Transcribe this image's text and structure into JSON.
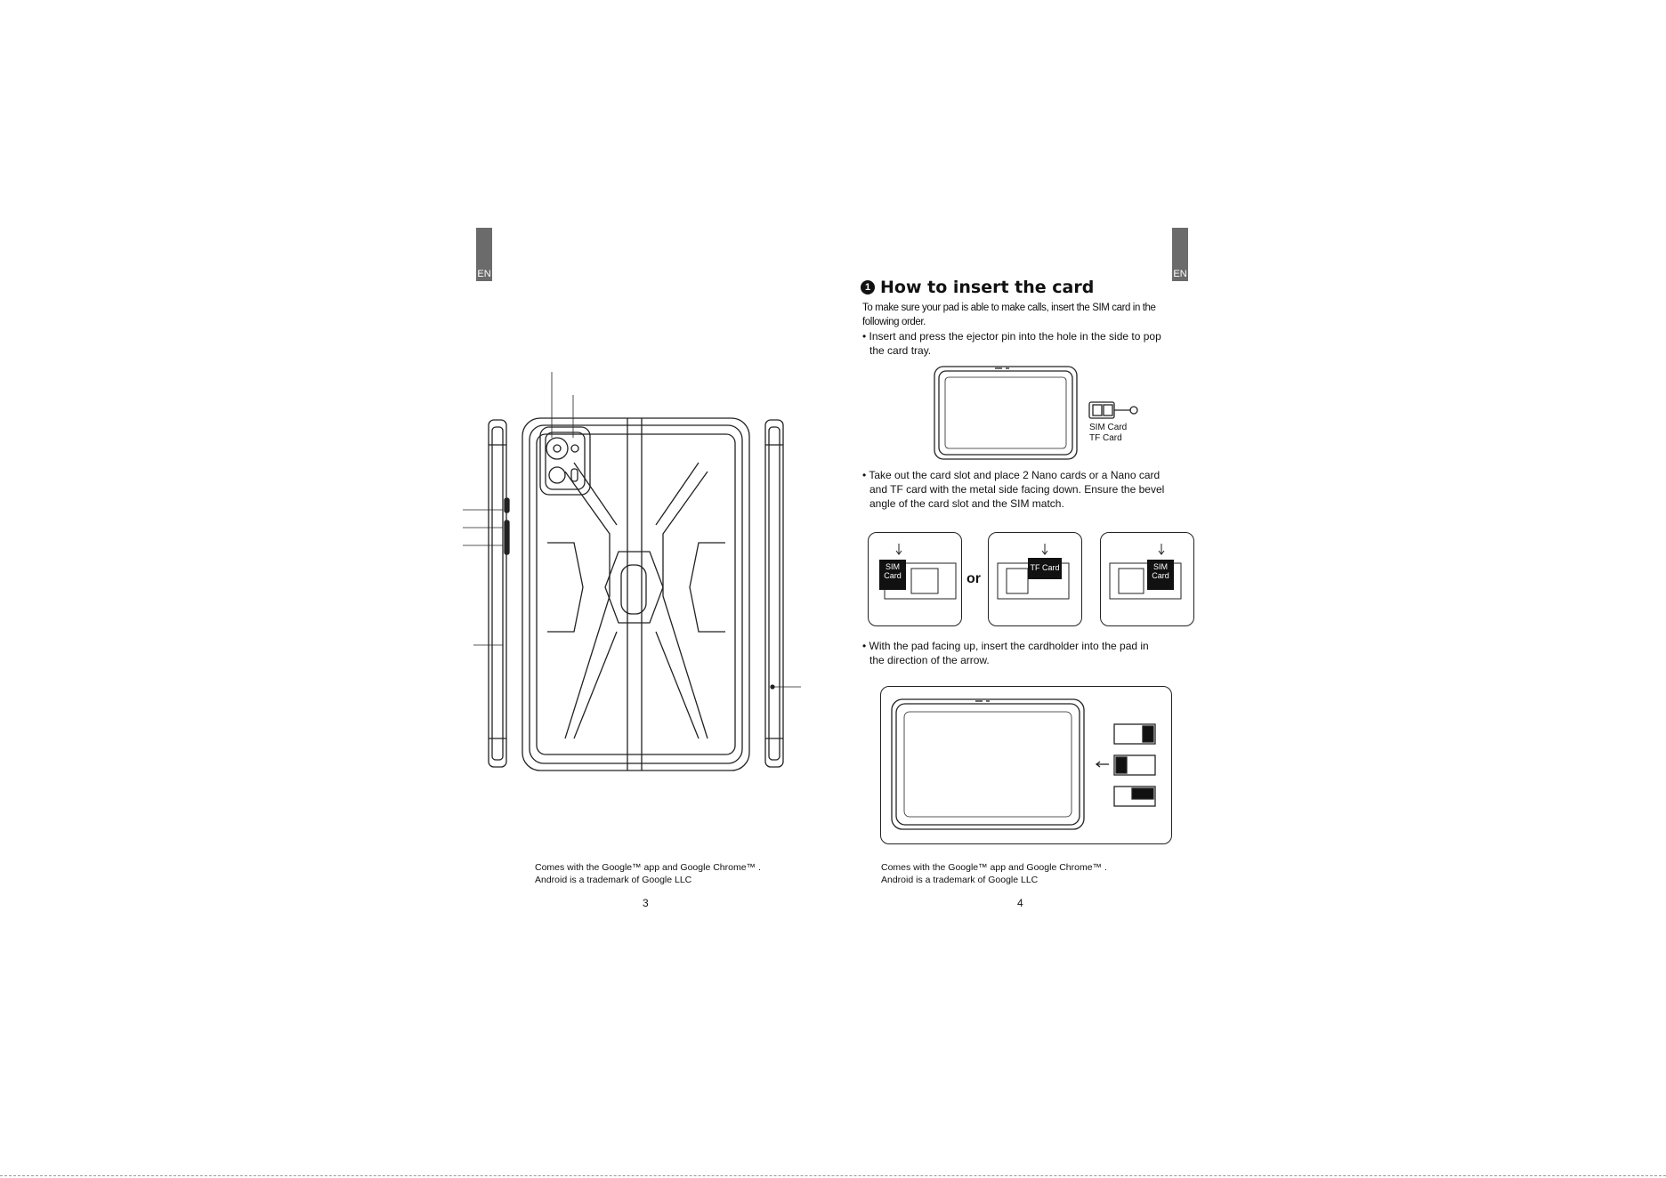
{
  "left_page": {
    "lang_tab": "EN",
    "footer_line1": "Comes with the Google™ app and Google Chrome™ .",
    "footer_line2": "Android is a trademark of Google LLC",
    "page_number": "3"
  },
  "right_page": {
    "lang_tab": "EN",
    "section_number": "1",
    "section_title": "How to insert the card",
    "intro_line1": "To make sure your pad is able to make calls, insert the SIM card in the",
    "intro_line2": "following order.",
    "step1_line1": "• Insert and press the ejector pin into the hole in the side to pop",
    "step1_line2": "the card tray.",
    "figure1_label_sim": "SIM Card",
    "figure1_label_tf": "TF Card",
    "step2_line1": "• Take out the card slot and place 2 Nano cards or a Nano card",
    "step2_line2": "and TF card with the metal side facing down. Ensure the bevel",
    "step2_line3": "angle of the card slot and the SIM match.",
    "tray1_card_label": "SIM Card",
    "tray2_card_label": "TF Card",
    "tray3_card_label": "SIM Card",
    "or_label": "or",
    "step3_line1": "• With the pad facing up, insert the cardholder into the pad in",
    "step3_line2": "the direction of the arrow.",
    "footer_line1": "Comes with the Google™ app and Google Chrome™ .",
    "footer_line2": "Android is a trademark of Google LLC",
    "page_number": "4"
  }
}
